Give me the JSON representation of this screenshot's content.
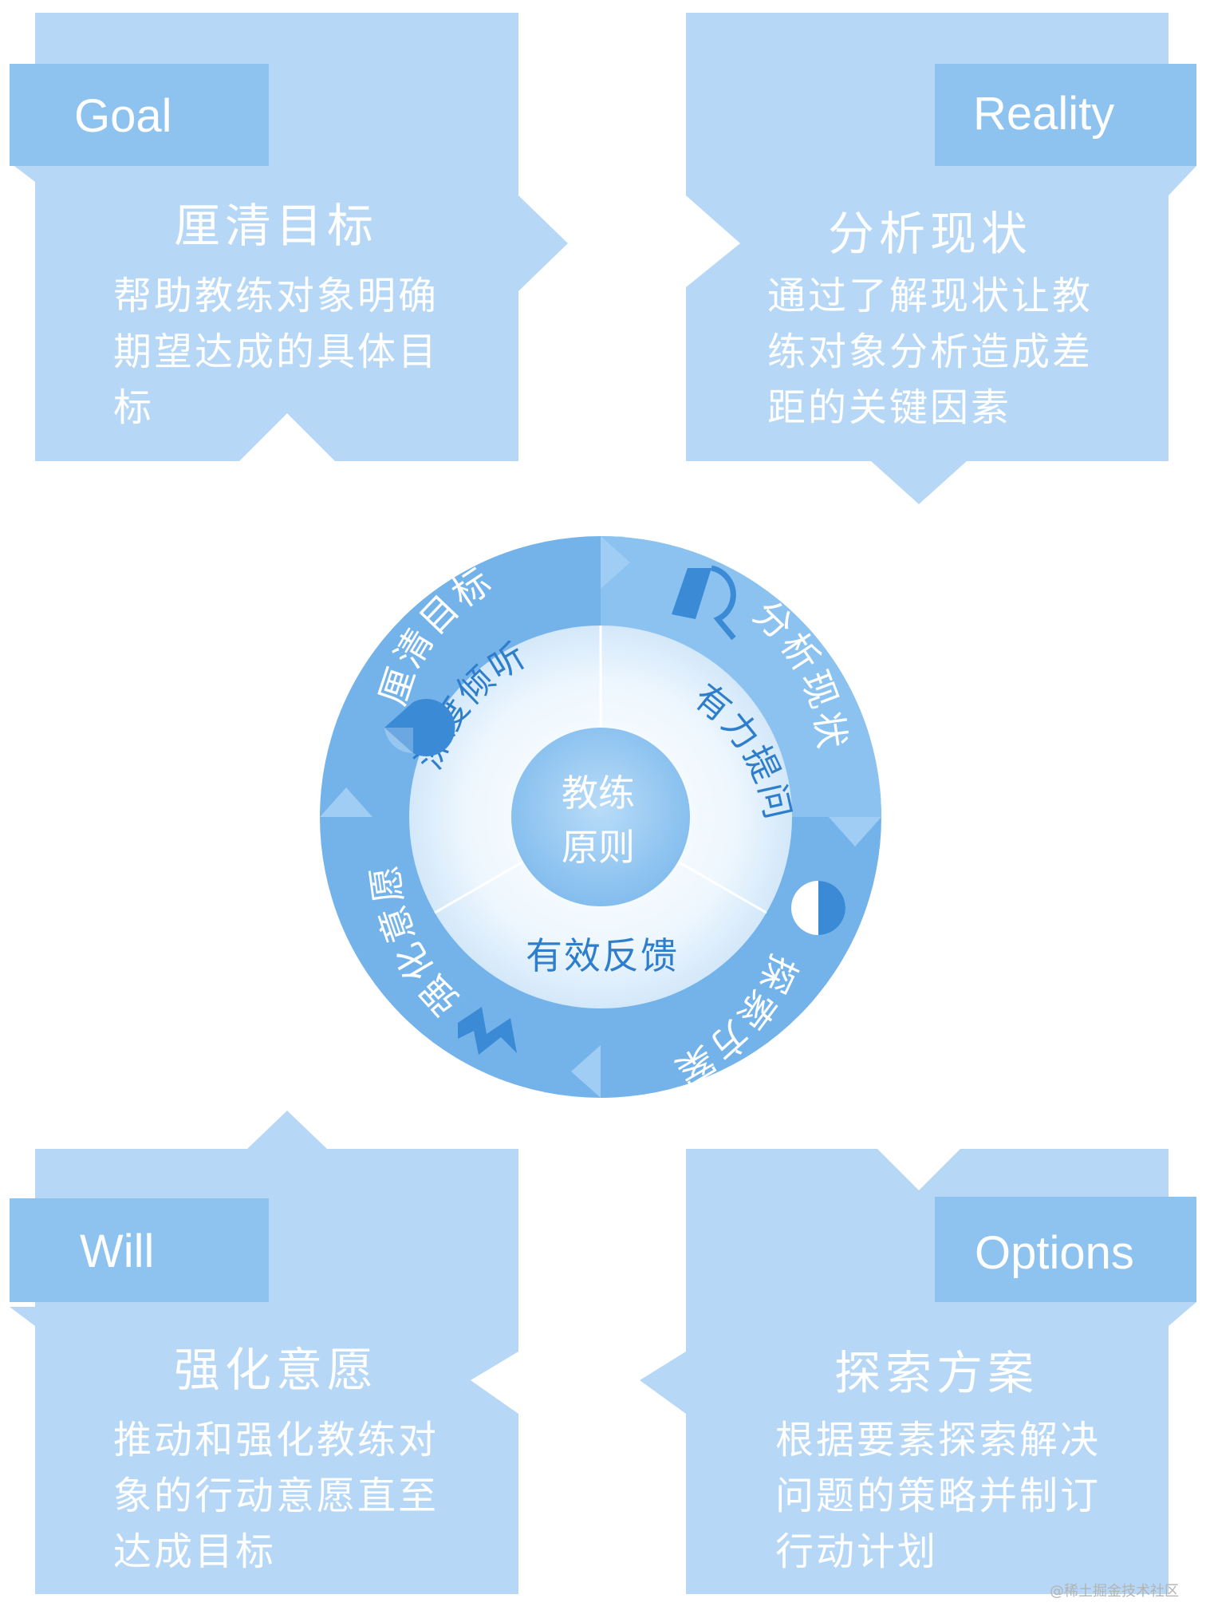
{
  "colors": {
    "card_fill": "#b6d8f6",
    "tag_fill": "#8ec3f0",
    "ring_outer": "#74b3ea",
    "ring_inner": "#e7f3fd",
    "hub": "#8fc4f0",
    "ring_text": "#ffffff",
    "inner_text": "#2e7ecb"
  },
  "cards": {
    "goal": {
      "tag": "Goal",
      "title": "厘清目标",
      "body": "帮助教练对象明确期望达成的具体目标"
    },
    "reality": {
      "tag": "Reality",
      "title": "分析现状",
      "body": "通过了解现状让教练对象分析造成差距的关键因素"
    },
    "will": {
      "tag": "Will",
      "title": "强化意愿",
      "body": "推动和强化教练对象的行动意愿直至达成目标"
    },
    "options": {
      "tag": "Options",
      "title": "探索方案",
      "body": "根据要素探索解决问题的策略并制订行动计划"
    }
  },
  "wheel": {
    "hub_line1": "教练",
    "hub_line2": "原则",
    "inner": [
      "深度倾听",
      "有力提问",
      "有效反馈"
    ],
    "outer": [
      "厘清目标",
      "分析现状",
      "探索方案",
      "强化意愿"
    ],
    "icons": [
      "G-letter-icon",
      "R-letter-icon",
      "O-letter-icon",
      "W-letter-icon"
    ]
  },
  "watermark": "@稀土掘金技术社区"
}
